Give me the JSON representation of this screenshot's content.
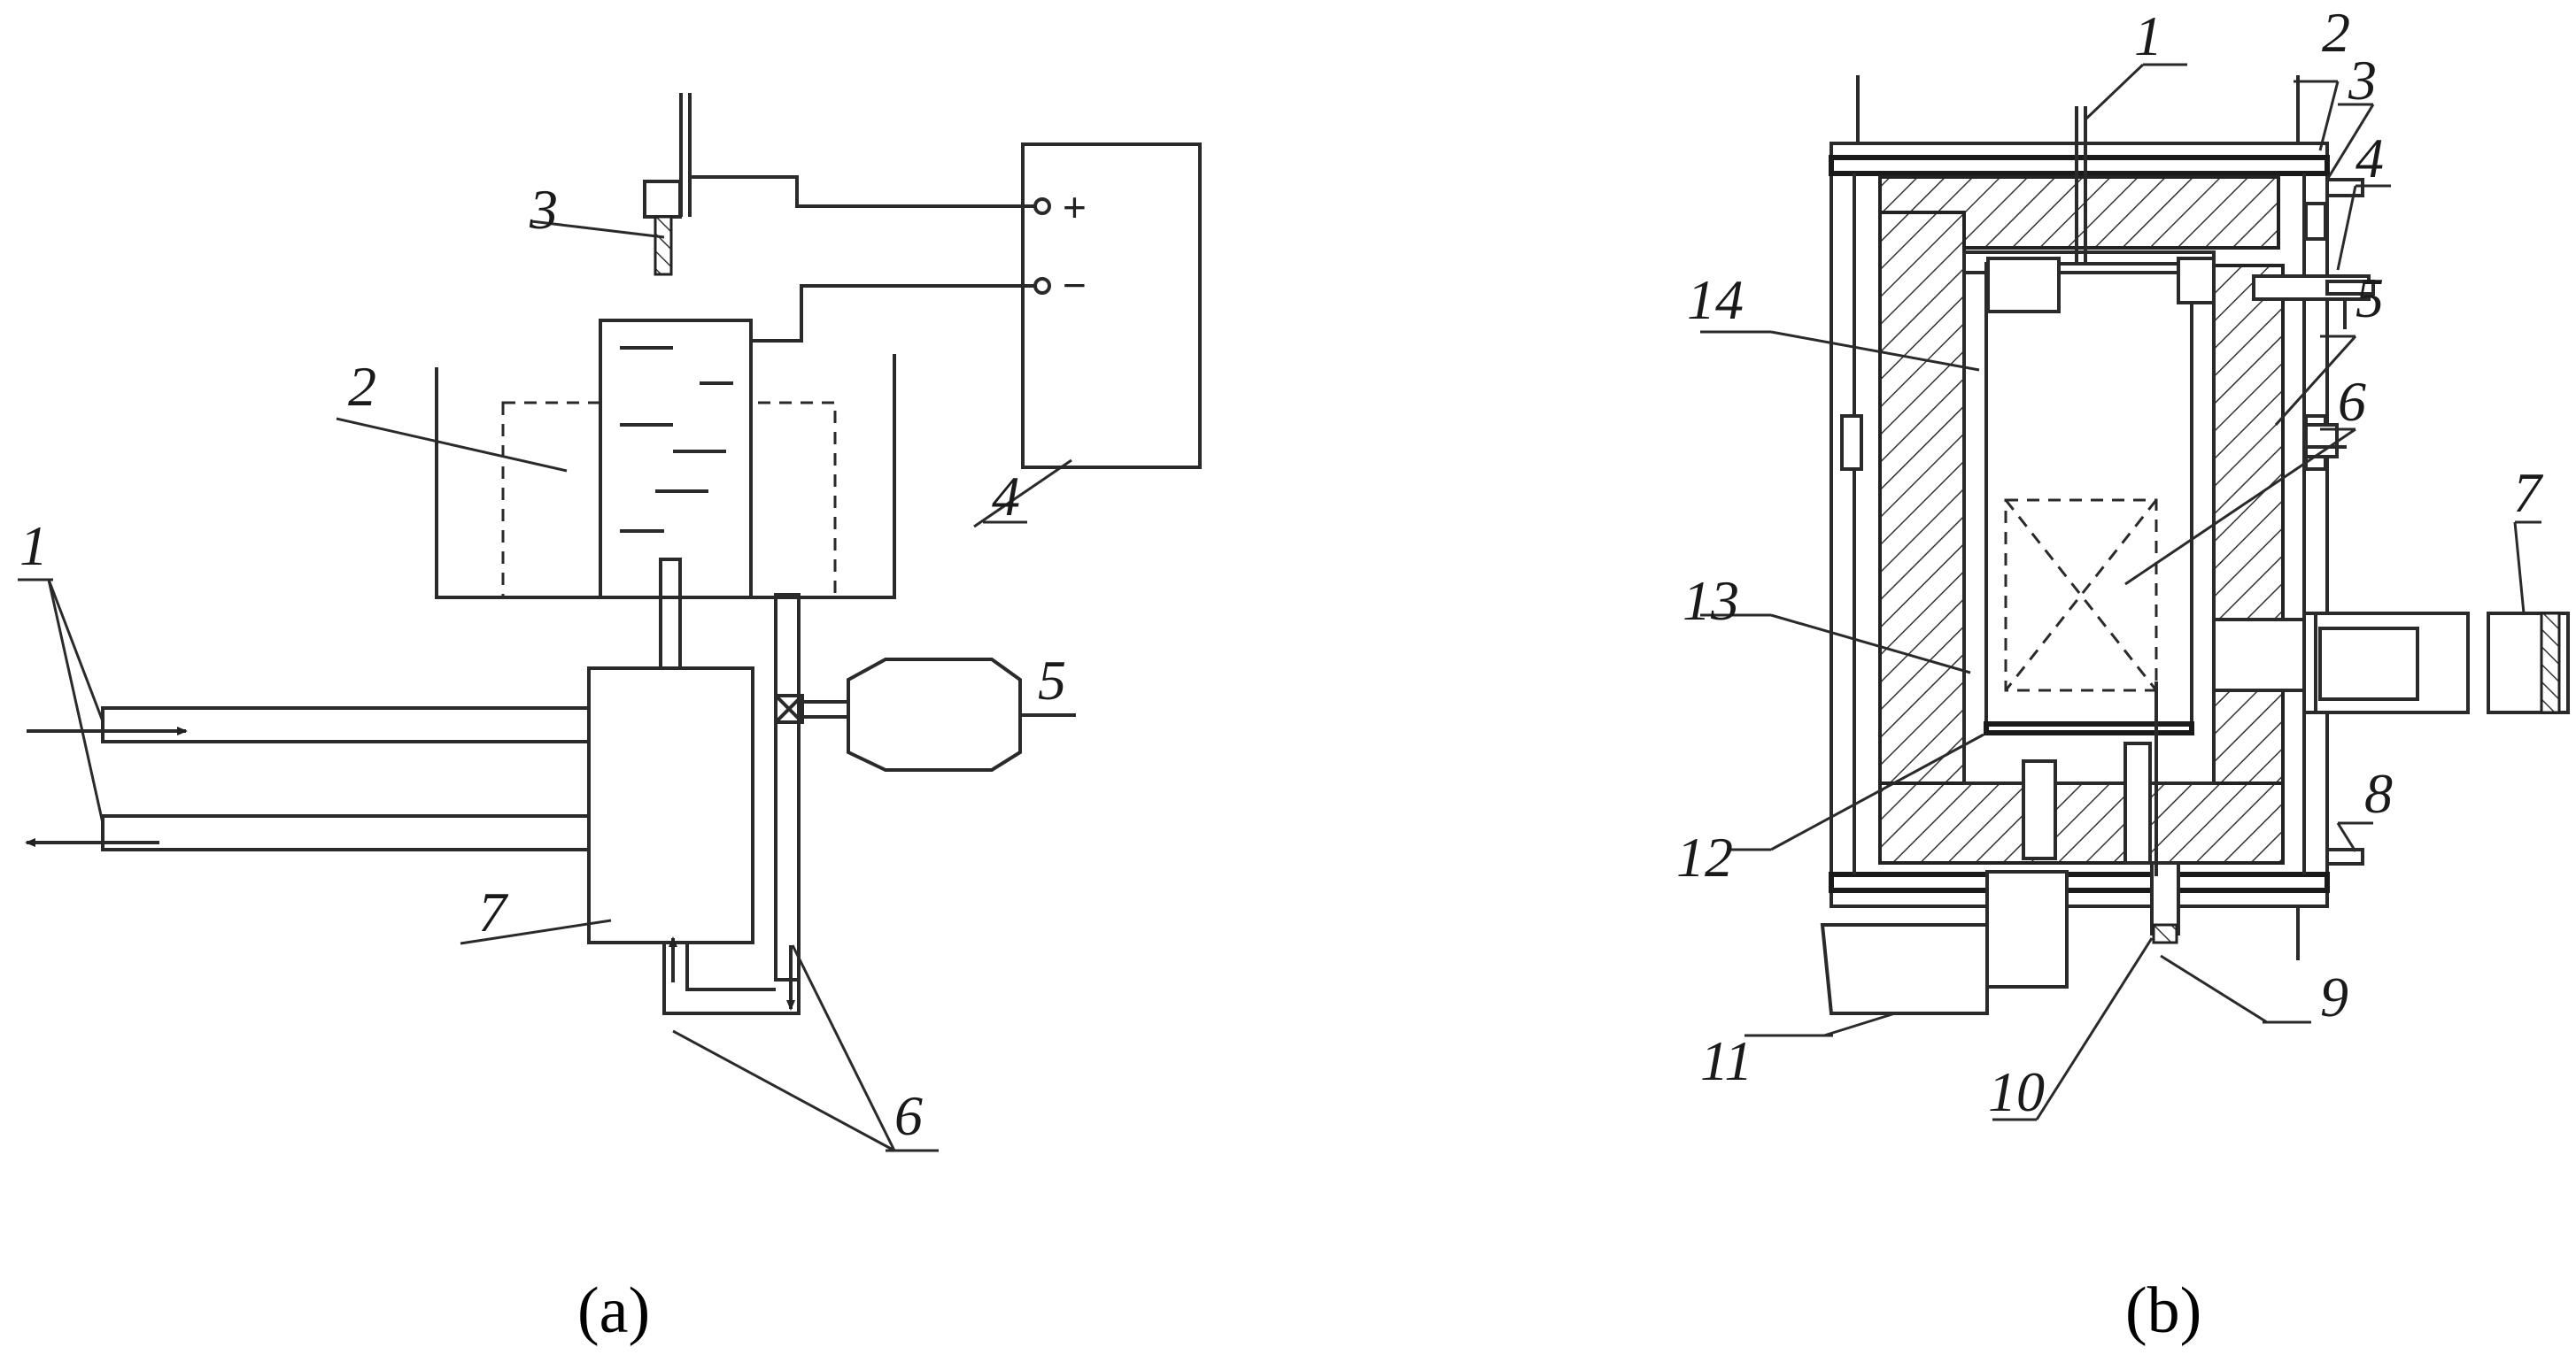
{
  "panel_a": {
    "caption": "(a)",
    "labels": {
      "l1": "1",
      "l2": "2",
      "l3": "3",
      "l4": "4",
      "l5": "5",
      "l6": "6",
      "l7": "7"
    },
    "terminals": {
      "plus": "+",
      "minus": "−"
    }
  },
  "panel_b": {
    "caption": "(b)",
    "labels": {
      "l1": "1",
      "l2": "2",
      "l3": "3",
      "l4": "4",
      "l5": "5",
      "l6": "6",
      "l7": "7",
      "l8": "8",
      "l9": "9",
      "l10": "10",
      "l11": "11",
      "l12": "12",
      "l13": "13",
      "l14": "14"
    }
  }
}
